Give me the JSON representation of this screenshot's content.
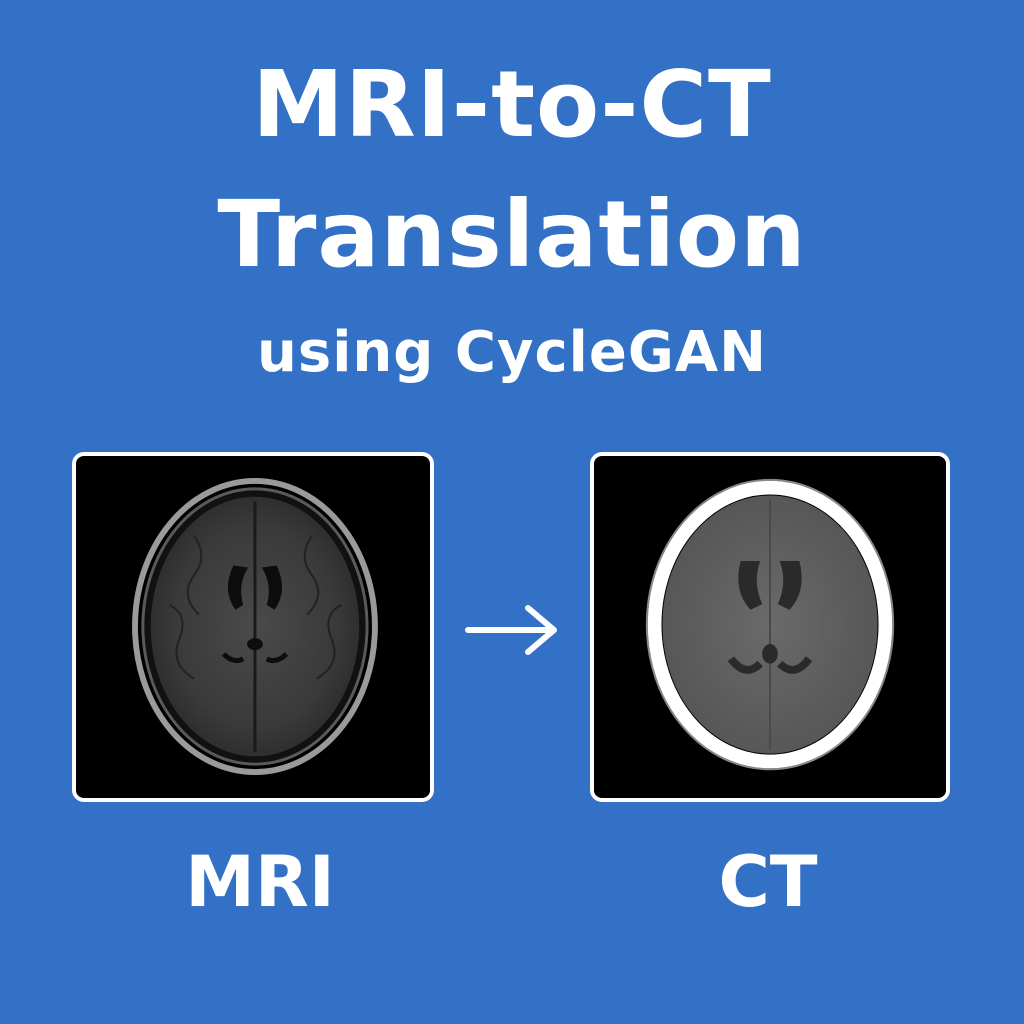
{
  "title": {
    "line1": "MRI-to-CT",
    "line2": "Translation",
    "subtitle": "using CycleGAN"
  },
  "panels": {
    "left_caption": "MRI",
    "right_caption": "CT"
  },
  "colors": {
    "background": "#3271c6",
    "text": "#ffffff",
    "panel_bg": "#000000"
  },
  "icons": {
    "arrow": "arrow-right-icon"
  }
}
